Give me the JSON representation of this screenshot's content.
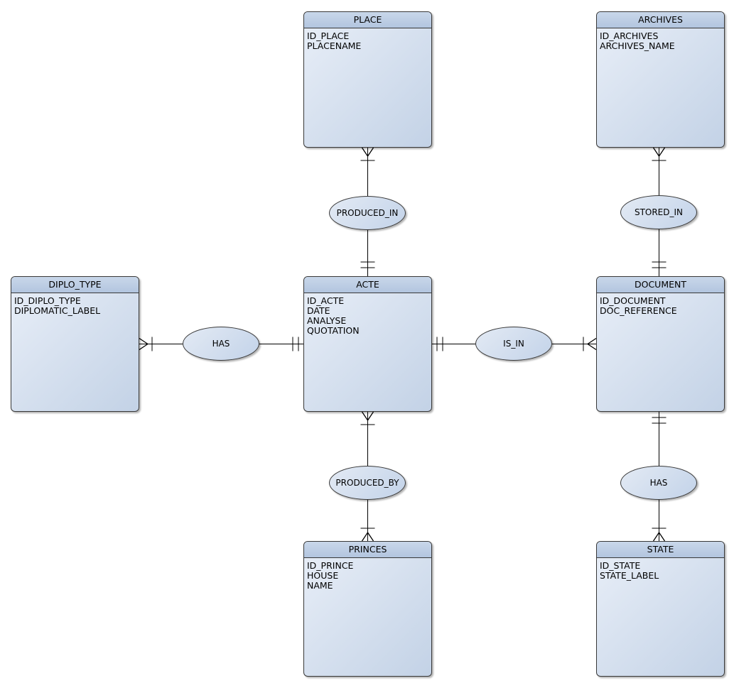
{
  "colors": {
    "bg": "#ffffff",
    "node-border": "#383838",
    "header-top": "#c9d7ea",
    "header-bottom": "#b2c5df",
    "body-top": "#e9eff8",
    "body-bottom": "#c3d2e6",
    "oval-top": "#e3eaf4",
    "oval-bottom": "#c3d3e9",
    "line": "#000000",
    "text": "#000000"
  },
  "entities": [
    {
      "name": "PLACE",
      "attributes": [
        "ID_PLACE",
        "PLACENAME"
      ]
    },
    {
      "name": "ARCHIVES",
      "attributes": [
        "ID_ARCHIVES",
        "ARCHIVES_NAME"
      ]
    },
    {
      "name": "DIPLO_TYPE",
      "attributes": [
        "ID_DIPLO_TYPE",
        "DIPLOMATIC_LABEL"
      ]
    },
    {
      "name": "ACTE",
      "attributes": [
        "ID_ACTE",
        "DATE",
        "ANALYSE",
        "QUOTATION"
      ]
    },
    {
      "name": "DOCUMENT",
      "attributes": [
        "ID_DOCUMENT",
        "DOC_REFERENCE"
      ]
    },
    {
      "name": "PRINCES",
      "attributes": [
        "ID_PRINCE",
        "HOUSE",
        "NAME"
      ]
    },
    {
      "name": "STATE",
      "attributes": [
        "ID_STATE",
        "STATE_LABEL"
      ]
    }
  ],
  "relationships": [
    {
      "label": "PRODUCED_IN",
      "from": "PLACE",
      "to": "ACTE",
      "from_notation": "crow-foot-bar",
      "to_notation": "double-bar"
    },
    {
      "label": "STORED_IN",
      "from": "ARCHIVES",
      "to": "DOCUMENT",
      "from_notation": "crow-foot-bar",
      "to_notation": "double-bar"
    },
    {
      "label": "HAS",
      "from": "DIPLO_TYPE",
      "to": "ACTE",
      "from_notation": "crow-foot-bar",
      "to_notation": "double-bar"
    },
    {
      "label": "IS_IN",
      "from": "ACTE",
      "to": "DOCUMENT",
      "from_notation": "double-bar",
      "to_notation": "crow-foot-bar"
    },
    {
      "label": "PRODUCED_BY",
      "from": "ACTE",
      "to": "PRINCES",
      "from_notation": "crow-foot-bar",
      "to_notation": "bar-crow-foot"
    },
    {
      "label": "HAS",
      "from": "DOCUMENT",
      "to": "STATE",
      "from_notation": "double-bar",
      "to_notation": "bar-crow-foot"
    }
  ]
}
